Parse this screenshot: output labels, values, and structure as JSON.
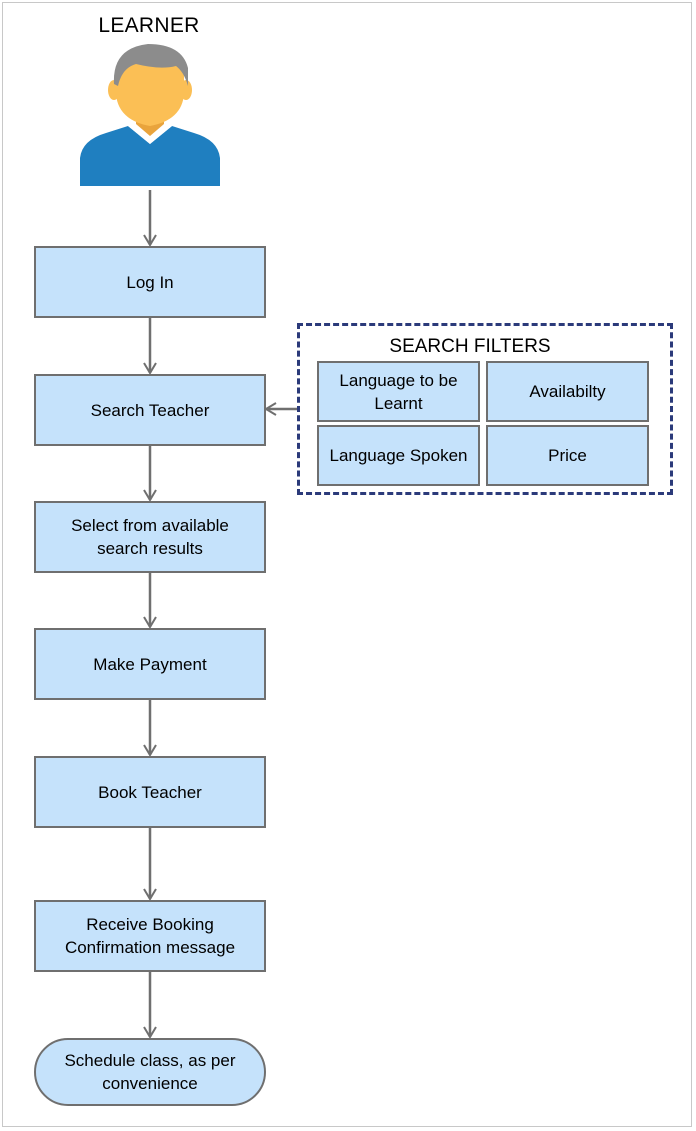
{
  "diagram": {
    "actor": {
      "label": "LEARNER",
      "icon": "person-avatar-icon"
    },
    "steps": [
      {
        "label": "Log In"
      },
      {
        "label": "Search Teacher"
      },
      {
        "label": "Select from available search results"
      },
      {
        "label": "Make Payment"
      },
      {
        "label": "Book Teacher"
      },
      {
        "label": "Receive Booking Confirmation message"
      }
    ],
    "end": {
      "label": "Schedule class, as per convenience"
    },
    "filters": {
      "title": "SEARCH FILTERS",
      "items": [
        {
          "label": "Language to be Learnt"
        },
        {
          "label": "Availabilty"
        },
        {
          "label": "Language Spoken"
        },
        {
          "label": "Price"
        }
      ]
    },
    "colors": {
      "box_fill": "#c5e2fb",
      "box_border": "#6f6f6f",
      "arrow": "#6f6f6f",
      "filter_border": "#2b3a7a",
      "shirt": "#1f7fc0",
      "skin": "#fbbf55",
      "hair": "#8c8c8c"
    }
  }
}
